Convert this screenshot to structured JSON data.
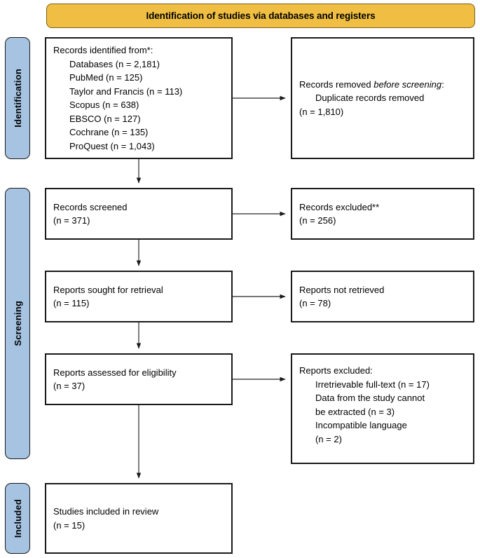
{
  "banner": {
    "title": "Identification of studies via databases and registers",
    "fill": "#EFBE42"
  },
  "stages": [
    {
      "key": "identification",
      "label": "Identification",
      "fill": "#A6C3E2"
    },
    {
      "key": "screening",
      "label": "Screening",
      "fill": "#A6C3E2"
    },
    {
      "key": "included",
      "label": "Included",
      "fill": "#A6C3E2"
    }
  ],
  "boxes": {
    "identified": {
      "heading": "Records identified from*:",
      "items": [
        "Databases (n = 2,181)",
        "PubMed (n = 125)",
        "Taylor and Francis (n = 113)",
        "Scopus (n = 638)",
        "EBSCO (n = 127)",
        "Cochrane (n = 135)",
        "ProQuest (n = 1,043)"
      ]
    },
    "removed": {
      "heading_part1": "Records removed ",
      "heading_italic": "before screening",
      "heading_part3": ":",
      "line_a": "Duplicate records removed",
      "line_b": "(n = 1,810)"
    },
    "screened": {
      "line1": "Records screened",
      "line2": "(n = 371)"
    },
    "excluded_records": {
      "line1": "Records excluded**",
      "line2": "(n = 256)"
    },
    "sought": {
      "line1": "Reports sought for retrieval",
      "line2": "(n = 115)"
    },
    "not_retrieved": {
      "line1": "Reports not retrieved",
      "line2": "(n = 78)"
    },
    "assessed": {
      "line1": "Reports assessed for eligibility",
      "line2": "(n = 37)"
    },
    "excluded_reports": {
      "heading": "Reports excluded:",
      "items": [
        "Irretrievable full-text (n = 17)",
        "Data from the study cannot",
        "be extracted (n = 3)",
        "Incompatible language",
        "(n = 2)"
      ]
    },
    "included": {
      "line1": "Studies included in review",
      "line2": "(n = 15)"
    }
  },
  "chart_data": {
    "type": "diagram",
    "title": "Identification of studies via databases and registers",
    "nodes": [
      {
        "id": "identified",
        "stage": "Identification",
        "label": "Records identified from*",
        "total": 2181,
        "sources": [
          {
            "name": "Databases",
            "n": 2181
          },
          {
            "name": "PubMed",
            "n": 125
          },
          {
            "name": "Taylor and Francis",
            "n": 113
          },
          {
            "name": "Scopus",
            "n": 638
          },
          {
            "name": "EBSCO",
            "n": 127
          },
          {
            "name": "Cochrane",
            "n": 135
          },
          {
            "name": "ProQuest",
            "n": 1043
          }
        ]
      },
      {
        "id": "removed",
        "stage": "Identification",
        "label": "Records removed before screening: Duplicate records removed",
        "n": 1810
      },
      {
        "id": "screened",
        "stage": "Screening",
        "label": "Records screened",
        "n": 371
      },
      {
        "id": "excluded_records",
        "stage": "Screening",
        "label": "Records excluded**",
        "n": 256
      },
      {
        "id": "sought",
        "stage": "Screening",
        "label": "Reports sought for retrieval",
        "n": 115
      },
      {
        "id": "not_retrieved",
        "stage": "Screening",
        "label": "Reports not retrieved",
        "n": 78
      },
      {
        "id": "assessed",
        "stage": "Screening",
        "label": "Reports assessed for eligibility",
        "n": 37
      },
      {
        "id": "excluded_reports",
        "stage": "Screening",
        "label": "Reports excluded",
        "reasons": [
          {
            "reason": "Irretrievable full-text",
            "n": 17
          },
          {
            "reason": "Data from the study cannot be extracted",
            "n": 3
          },
          {
            "reason": "Incompatible language",
            "n": 2
          }
        ]
      },
      {
        "id": "included",
        "stage": "Included",
        "label": "Studies included in review",
        "n": 15
      }
    ],
    "edges": [
      {
        "from": "identified",
        "to": "removed"
      },
      {
        "from": "identified",
        "to": "screened"
      },
      {
        "from": "screened",
        "to": "excluded_records"
      },
      {
        "from": "screened",
        "to": "sought"
      },
      {
        "from": "sought",
        "to": "not_retrieved"
      },
      {
        "from": "sought",
        "to": "assessed"
      },
      {
        "from": "assessed",
        "to": "excluded_reports"
      },
      {
        "from": "assessed",
        "to": "included"
      }
    ]
  }
}
